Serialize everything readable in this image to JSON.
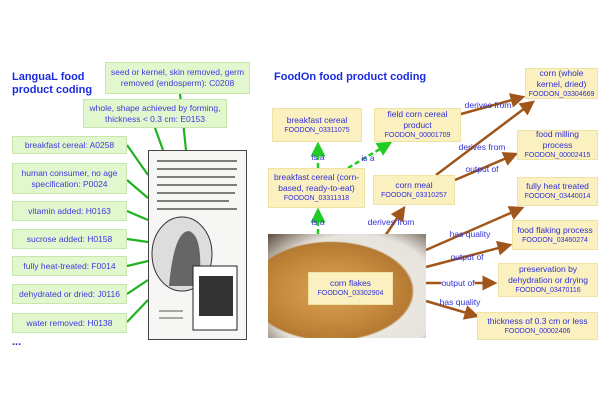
{
  "langual": {
    "title": "LanguaL food product coding",
    "facets": [
      "seed or kernel, skin removed, germ removed (endosperm): C0208",
      "whole, shape achieved by forming, thickness < 0.3 cm: E0153",
      "breakfast cereal: A0258",
      "human consumer, no age specification: P0024",
      "vitamin added: H0163",
      "sucrose added: H0158",
      "fully heat-treated: F0014",
      "dehydrated or dried: J0116",
      "water removed: H0138"
    ],
    "more": "..."
  },
  "foodon": {
    "title": "FoodOn food product coding",
    "nodes": {
      "breakfast_cereal": {
        "label": "breakfast cereal",
        "code": "FOODON_03311075"
      },
      "field_corn": {
        "label": "field corn cereal product",
        "code": "FOODON_00001709"
      },
      "corn_whole": {
        "label": "corn (whole kernel, dried)",
        "code": "FOODON_03304669"
      },
      "food_milling": {
        "label": "food milling process",
        "code": "FOODON_00002415"
      },
      "corn_based": {
        "label": "breakfast cereal (corn-based, ready-to-eat)",
        "code": "FOODON_03311318"
      },
      "corn_meal": {
        "label": "corn meal",
        "code": "FOODON_03310257"
      },
      "fully_heat": {
        "label": "fully heat treated",
        "code": "FOODON_03440014"
      },
      "food_flaking": {
        "label": "food flaking process",
        "code": "FOODON_03460274"
      },
      "preservation": {
        "label": "preservation by dehydration or drying",
        "code": "FOODON_03470116"
      },
      "thickness": {
        "label": "thickness of 0.3 cm or less",
        "code": "FOODON_00002406"
      },
      "corn_flakes": {
        "label": "corn flakes",
        "code": "FOODON_03302904"
      }
    },
    "edges": {
      "is_a_1": "is a",
      "is_a_2": "is a",
      "is_a_3": "is a",
      "derives_from_1": "derives from",
      "derives_from_2": "derives from",
      "derives_from_3": "derives from",
      "output_of_1": "output of",
      "has_quality_1": "has quality",
      "output_of_2": "output of",
      "output_of_3": "output of",
      "has_quality_2": "has quality"
    }
  },
  "colors": {
    "green_line": "#1fb31f",
    "brown_arrow": "#a0561a",
    "green_dashed": "#22cc22",
    "text_blue": "#2f2fd8"
  }
}
